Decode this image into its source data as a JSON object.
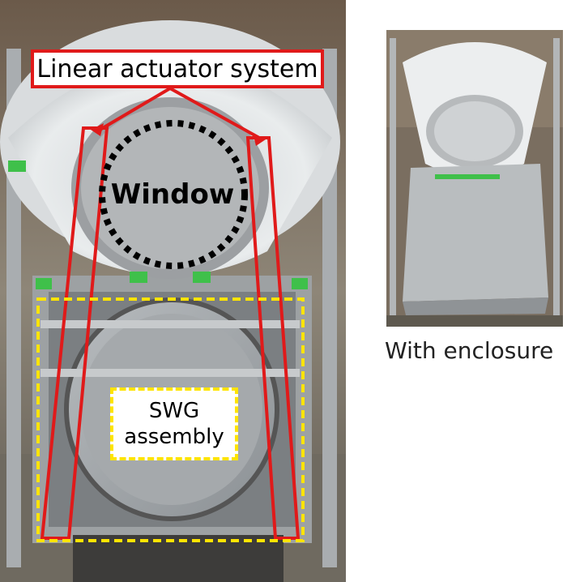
{
  "labels": {
    "linear_actuator": "Linear actuator system",
    "window": "Window",
    "swg_line1": "SWG",
    "swg_line2": "assembly"
  },
  "caption": "With enclosure",
  "colors": {
    "callout_red": "#e01a1a",
    "swg_dash_yellow": "#ffe400",
    "window_dots": "#000000"
  }
}
